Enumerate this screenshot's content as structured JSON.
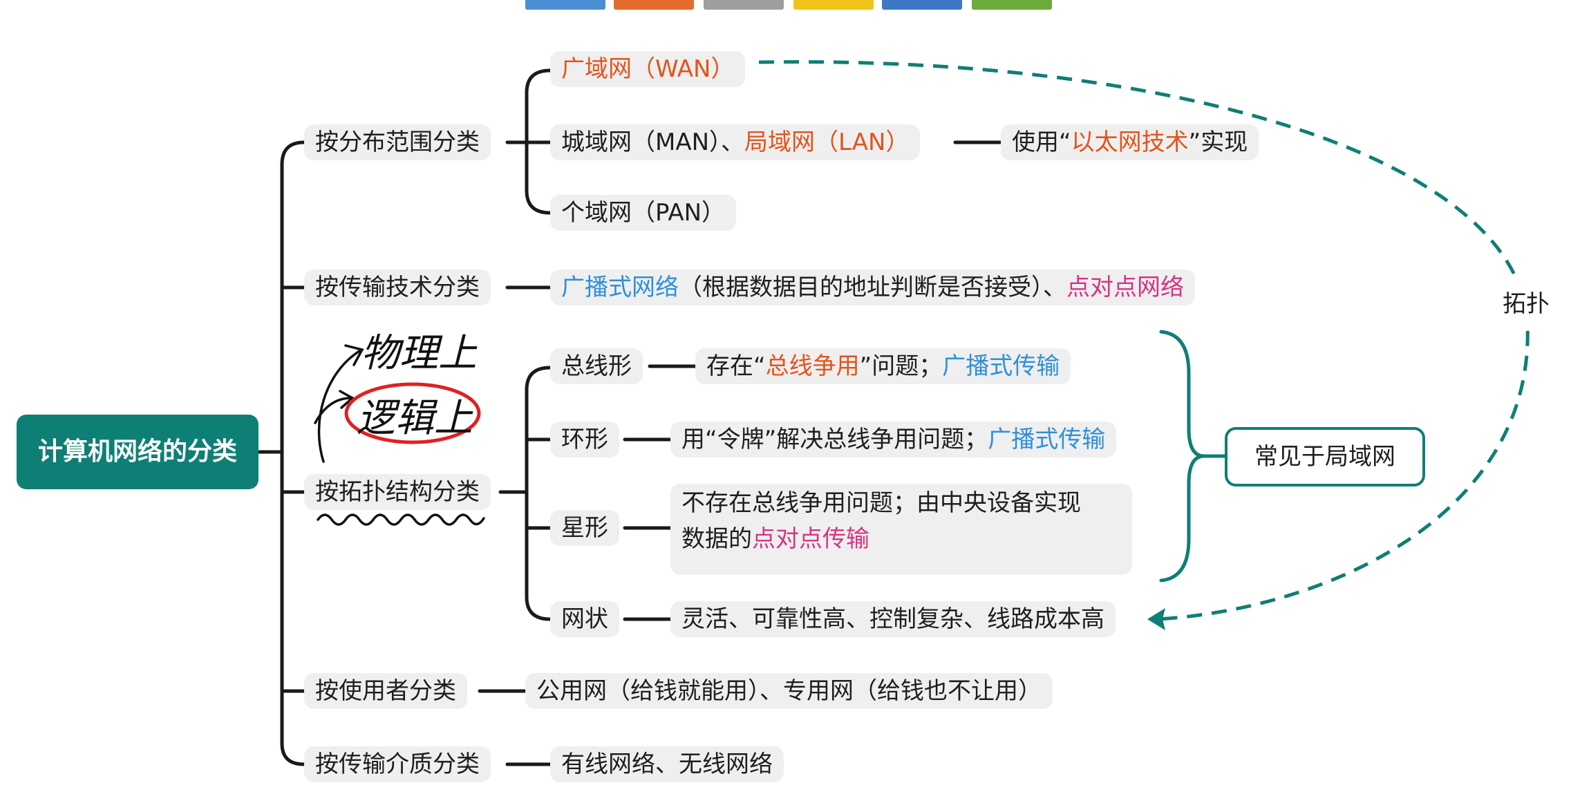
{
  "colors": {
    "accent": "#0e7f75",
    "orange": "#e4531b",
    "blue": "#2f8fd8",
    "pink": "#d63384",
    "node_bg": "#efefef",
    "annotation_red": "#e02020",
    "top_bars": [
      "#4a8fd4",
      "#e46b2a",
      "#9e9e9e",
      "#f2c21b",
      "#3d78c7",
      "#6aab3c"
    ]
  },
  "root": {
    "label": "计算机网络的分类"
  },
  "branches": {
    "range": {
      "label": "按分布范围分类",
      "wan": "广域网（WAN）",
      "man": "城域网（MAN）、",
      "lan": "局域网（LAN）",
      "ethernet_pre": "使用“",
      "ethernet_em": "以太网技术",
      "ethernet_post": "”实现",
      "pan": "个域网（PAN）"
    },
    "transmission": {
      "label": "按传输技术分类",
      "broadcast": "广播式网络",
      "middle": "（根据数据目的地址判断是否接受）、",
      "p2p": "点对点网络"
    },
    "topology": {
      "label": "按拓扑结构分类",
      "bus": {
        "label": "总线形",
        "desc_pre": "存在“",
        "desc_em": "总线争用",
        "desc_post": "”问题；",
        "desc_blue": "广播式传输"
      },
      "ring": {
        "label": "环形",
        "desc": "用“令牌”解决总线争用问题；",
        "desc_blue": "广播式传输"
      },
      "star": {
        "label": "星形",
        "desc_line1": "不存在总线争用问题；由中央设备实现",
        "desc_line2_pre": "数据的",
        "desc_pink": "点对点传输"
      },
      "mesh": {
        "label": "网状",
        "desc": "灵活、可靠性高、控制复杂、线路成本高"
      }
    },
    "users": {
      "label": "按使用者分类",
      "desc": "公用网（给钱就能用）、专用网（给钱也不让用）"
    },
    "medium": {
      "label": "按传输介质分类",
      "desc": "有线网络、无线网络"
    }
  },
  "callout": {
    "label": "常见于局域网"
  },
  "connector_label": "拓扑",
  "handwriting": {
    "physical": "物理上",
    "logical": "逻辑上"
  }
}
